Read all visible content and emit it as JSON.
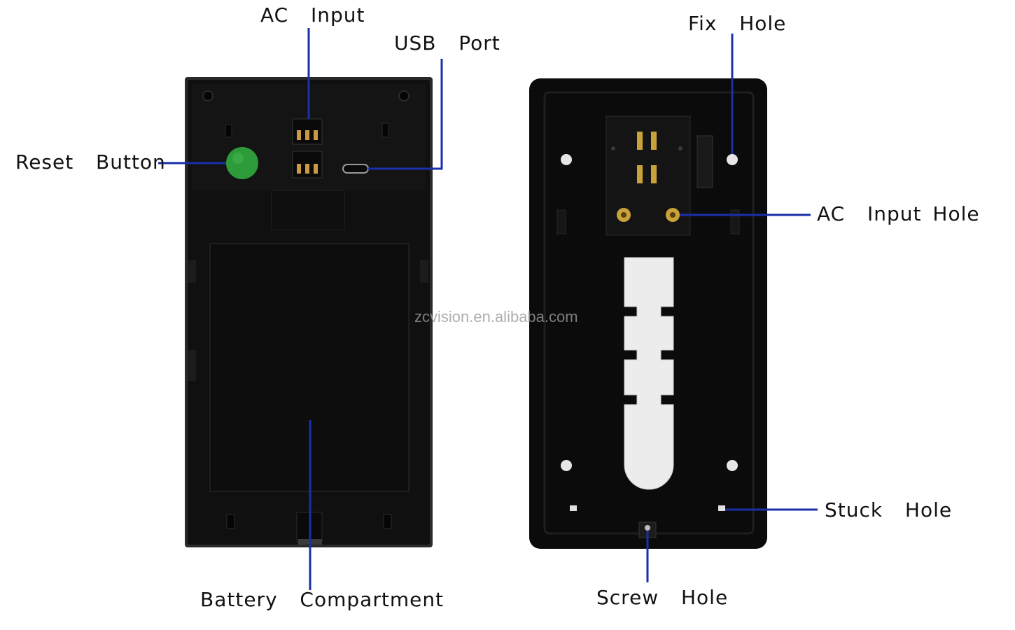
{
  "labels": {
    "ac_input": "AC  Input",
    "usb_port": "USB  Port",
    "reset_button": "Reset  Button",
    "battery_compartment": "Battery  Compartment",
    "fix_hole": "Fix  Hole",
    "ac_input_hole": "AC  Input Hole",
    "stuck_hole": "Stuck  Hole",
    "screw_hole": "Screw  Hole"
  },
  "watermark": "zcvision.en.alibaba.com",
  "colors": {
    "callout_line": "#1a2fa8",
    "reset_button": "#2e9b3a",
    "device_body": "#0c0c0c",
    "mount_strip": "#ececec",
    "contact_gold": "#c9a23a"
  }
}
